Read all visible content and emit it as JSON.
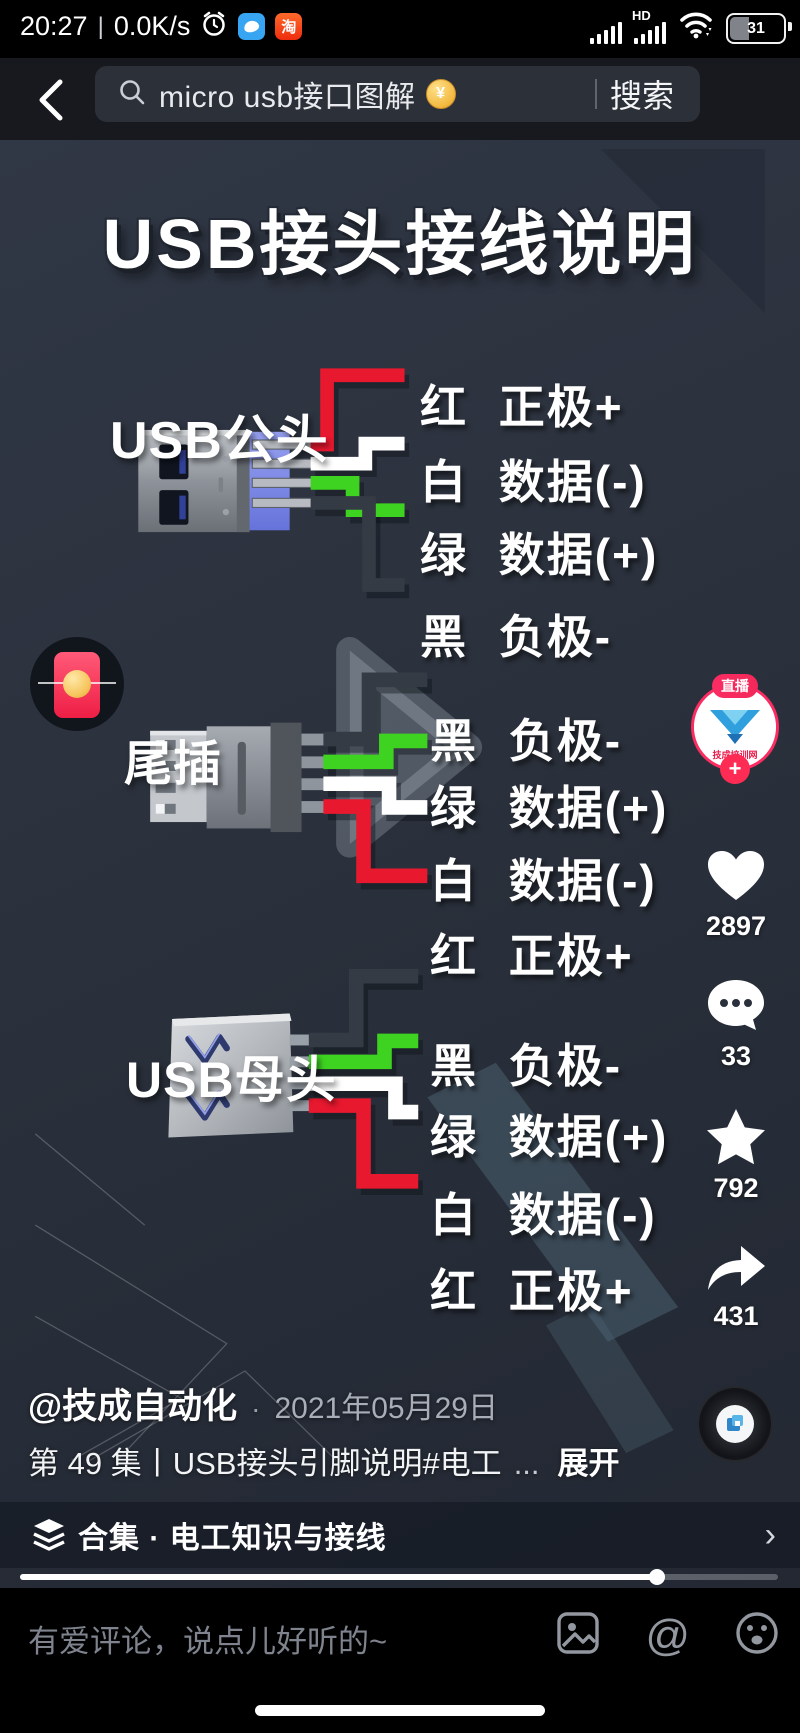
{
  "status": {
    "time": "20:27",
    "divider": "|",
    "speed": "0.0K/s",
    "taobao": "淘",
    "hd": "HD",
    "battery": "31"
  },
  "search": {
    "query": "micro usb接口图解",
    "coin": "¥",
    "button": "搜索"
  },
  "video": {
    "title": "USB接头接线说明",
    "wire_colors": {
      "red": "#e8182f",
      "white": "#ffffff",
      "green": "#3ed321",
      "black": "#343b44"
    },
    "groups": [
      {
        "name": "USB公头",
        "wires": [
          {
            "label": "红 正极+",
            "color": "红"
          },
          {
            "label": "白 数据(-)",
            "color": "白"
          },
          {
            "label": "绿 数据(+)",
            "color": "绿"
          },
          {
            "label": "黑 负极-",
            "color": "黑"
          }
        ]
      },
      {
        "name": "尾插",
        "wires": [
          {
            "label": "黑 负极-",
            "color": "黑"
          },
          {
            "label": "绿 数据(+)",
            "color": "绿"
          },
          {
            "label": "白 数据(-)",
            "color": "白"
          },
          {
            "label": "红 正极+",
            "color": "红"
          }
        ]
      },
      {
        "name": "USB母头",
        "wires": [
          {
            "label": "黑 负极-",
            "color": "黑"
          },
          {
            "label": "绿 数据(+)",
            "color": "绿"
          },
          {
            "label": "白 数据(-)",
            "color": "白"
          },
          {
            "label": "红 正极+",
            "color": "红"
          }
        ]
      }
    ]
  },
  "rail": {
    "live_badge": "直播",
    "avatar_text": "技成培训网",
    "follow": "+",
    "likes": "2897",
    "comments": "33",
    "favorites": "792",
    "shares": "431"
  },
  "info": {
    "author": "@技成自动化",
    "dot": "·",
    "date": "2021年05月29日",
    "description": "第 49 集丨USB接头引脚说明#电工",
    "ellipsis": "...",
    "expand": "展开"
  },
  "collection": {
    "label": "合集 · 电工知识与接线",
    "chevron": "›"
  },
  "progress": {
    "percent": 84
  },
  "composer": {
    "placeholder": "有爱评论，说点儿好听的~"
  }
}
